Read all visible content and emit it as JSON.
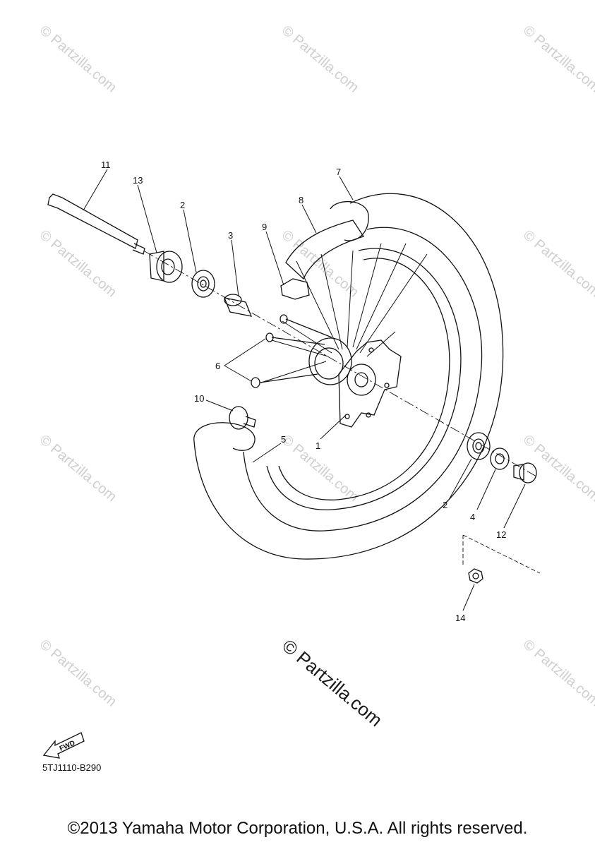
{
  "callouts": {
    "p1": "1",
    "p2a": "2",
    "p2b": "2",
    "p3": "3",
    "p4": "4",
    "p5": "5",
    "p6": "6",
    "p7": "7",
    "p8": "8",
    "p9": "9",
    "p10": "10",
    "p11": "11",
    "p12": "12",
    "p13": "13",
    "p14": "14"
  },
  "watermark": {
    "text": "© Partzilla.com",
    "main": "© Partzilla.com"
  },
  "fwd_label": "FWD",
  "diagram_code": "5TJ1110-B290",
  "copyright": "©2013 Yamaha Motor Corporation, U.S.A. All rights reserved.",
  "colors": {
    "line": "#111111",
    "watermark": "#cfcfcf"
  }
}
